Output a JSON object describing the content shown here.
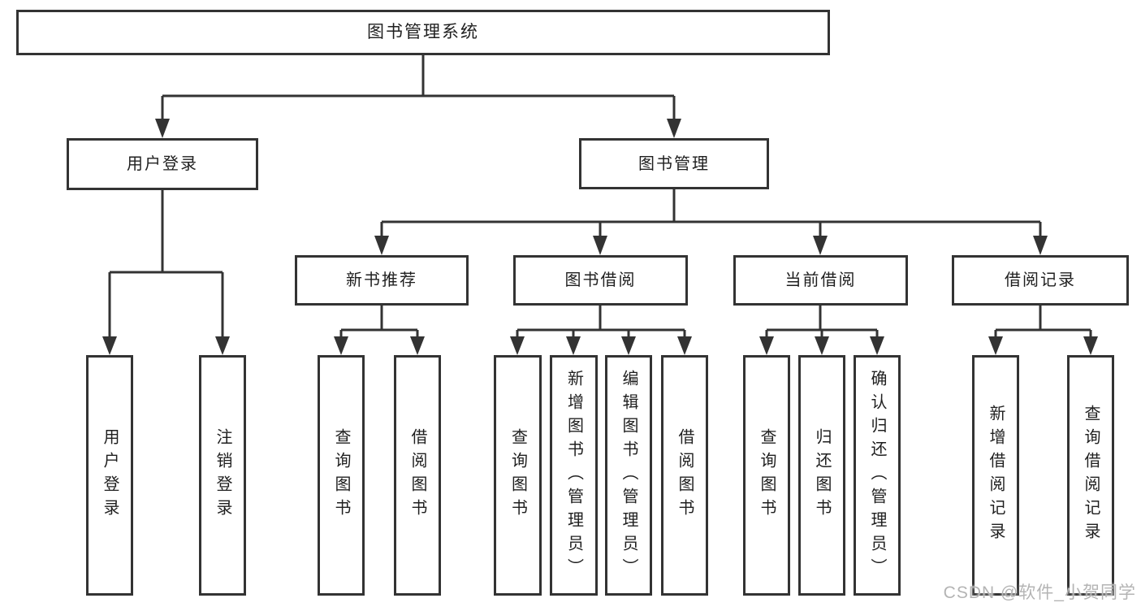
{
  "watermark": "CSDN @软件_小贺同学",
  "colors": {
    "line": "#333333",
    "text": "#1f1f1f",
    "background": "#ffffff",
    "watermark": "#b4b4b4"
  },
  "tree": {
    "label": "图书管理系统",
    "children": [
      {
        "label": "用户登录",
        "children": [
          {
            "label": "用户登录"
          },
          {
            "label": "注销登录"
          }
        ]
      },
      {
        "label": "图书管理",
        "children": [
          {
            "label": "新书推荐",
            "children": [
              {
                "label": "查询图书"
              },
              {
                "label": "借阅图书"
              }
            ]
          },
          {
            "label": "图书借阅",
            "children": [
              {
                "label": "查询图书"
              },
              {
                "label": "新增图书（管理员）"
              },
              {
                "label": "编辑图书（管理员）"
              },
              {
                "label": "借阅图书"
              }
            ]
          },
          {
            "label": "当前借阅",
            "children": [
              {
                "label": "查询图书"
              },
              {
                "label": "归还图书"
              },
              {
                "label": "确认归还（管理员）"
              }
            ]
          },
          {
            "label": "借阅记录",
            "children": [
              {
                "label": "新增借阅记录"
              },
              {
                "label": "查询借阅记录"
              }
            ]
          }
        ]
      }
    ]
  }
}
